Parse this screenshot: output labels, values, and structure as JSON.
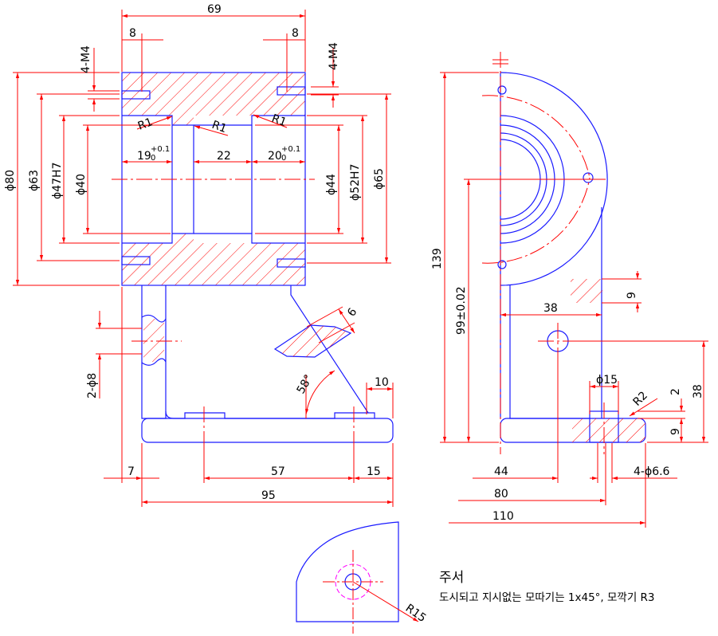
{
  "colors": {
    "outline": "#1a1aff",
    "dimension": "#ff0000",
    "text": "#000000",
    "accent": "#ff00ff"
  },
  "dims": {
    "d69": "69",
    "d8a": "8",
    "d8b": "8",
    "m4a": "4-M4",
    "m4b": "4-M4",
    "d80": "ϕ80",
    "d63": "ϕ63",
    "d47": "ϕ47H7",
    "d40": "ϕ40",
    "d44": "ϕ44",
    "d52": "ϕ52H7",
    "d65": "ϕ65",
    "r1a": "R1",
    "r1b": "R1",
    "r1c": "R1",
    "d19": "19",
    "d19tol": "+0.1",
    "d19tol2": "0",
    "d22": "22",
    "d20": "20",
    "d20tol": "+0.1",
    "d20tol2": "0",
    "d6": "6",
    "d58": "58°",
    "d10": "10",
    "hole2": "2-ϕ8",
    "d7": "7",
    "d57": "57",
    "d15": "15",
    "d95": "95",
    "d139": "139",
    "d99": "99±0.02",
    "d9a": "9",
    "d38": "38",
    "d15dia": "ϕ15",
    "r2": "R2",
    "d2": "2",
    "d38b": "38",
    "d9b": "9",
    "d44b": "44",
    "d66": "4-ϕ6.6",
    "d80b": "80",
    "d110": "110",
    "r15": "R15"
  },
  "notes": {
    "title": "주서",
    "body": "도시되고 지시없는 모따기는 1x45°, 모깍기 R3"
  }
}
